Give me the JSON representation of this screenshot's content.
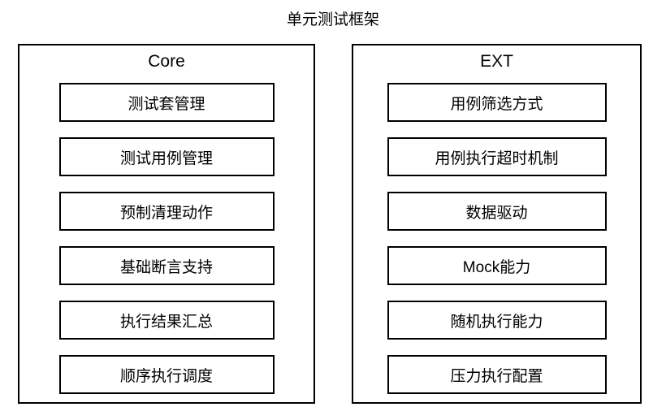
{
  "title": "单元测试框架",
  "colors": {
    "background": "#ffffff",
    "border": "#000000",
    "text": "#000000"
  },
  "panels": [
    {
      "header": "Core",
      "items": [
        "测试套管理",
        "测试用例管理",
        "预制清理动作",
        "基础断言支持",
        "执行结果汇总",
        "顺序执行调度"
      ]
    },
    {
      "header": "EXT",
      "items": [
        "用例筛选方式",
        "用例执行超时机制",
        "数据驱动",
        "Mock能力",
        "随机执行能力",
        "压力执行配置"
      ]
    }
  ]
}
